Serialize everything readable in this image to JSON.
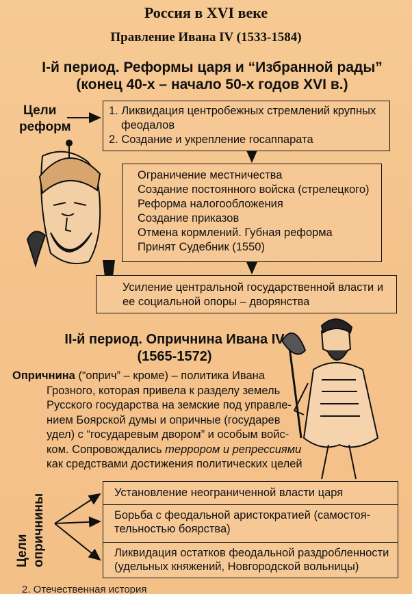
{
  "header": {
    "title": "Россия в XVI веке",
    "reign": "Правление Ивана IV (1533-1584)"
  },
  "period1": {
    "title_line1": "I-й период. Реформы царя и “Избранной рады”",
    "title_line2": "(конец 40-х – начало 50-х годов XVI в.)",
    "goals_label_1": "Цели",
    "goals_label_2": "реформ",
    "goals": [
      "1. Ликвидация центробежных стремлений крупных",
      "феодалов",
      "2. Создание и укрепление госаппарата"
    ],
    "reforms": [
      "Ограничение местничества",
      "Создание постоянного войска (стрелецкого)",
      "Реформа налогообложения",
      "Создание приказов",
      "Отмена кормлений. Губная реформа",
      "Принят Судебник (1550)"
    ],
    "result_line1": "Усиление центральной государственной власти и",
    "result_line2": "ее социальной опоры – дворянства"
  },
  "period2": {
    "title_line1": "II-й период. Опричнина Ивана IV",
    "title_line2": "(1565-1572)",
    "term": "Опричнина",
    "def_line1_rest": " (“оприч” – кроме) – политика Ивана",
    "def_lines": [
      "Грозного, которая привела к разделу земель",
      "Русского государства на земские под управле-",
      "нием Боярской думы и опричные (государев",
      "удел) с “государевым двором” и особым войс-",
      "ком. Сопровождались "
    ],
    "def_italic": "террором и репрессиями",
    "def_last": "как средствами достижения политических целей",
    "goals_label_1": "Цели",
    "goals_label_2": "опричнины",
    "goals": [
      [
        "Установление неограниченной власти царя"
      ],
      [
        "Борьба с феодальной аристократией (самостоя-",
        "тельностью боярства)"
      ],
      [
        "Ликвидация остатков феодальной раздробленности",
        "(удельных княжений, Новгородской вольницы)"
      ]
    ]
  },
  "footer": "2. Отечественная история",
  "icons": [
    "arrow-right-icon",
    "arrow-down-icon",
    "exclamation-icon",
    "tsar-portrait-icon",
    "oprichnik-figure-icon",
    "arrow-fan-icon"
  ],
  "colors": {
    "background": "#f6c58f",
    "ink": "#111111"
  }
}
